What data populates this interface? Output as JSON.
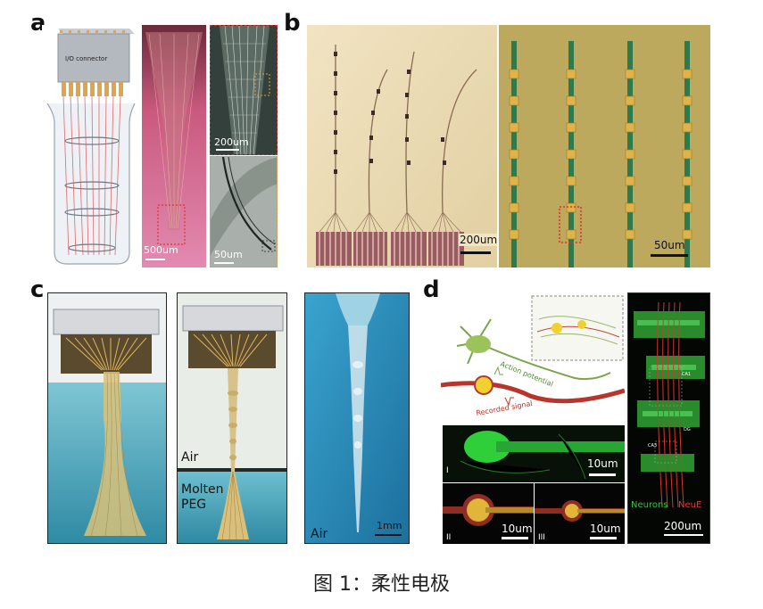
{
  "panels": {
    "a": {
      "letter": "a",
      "connector_label": "I/O connector",
      "scalebar_main": "500um",
      "scalebar_inset_top": "200um",
      "scalebar_inset_bottom": "50um"
    },
    "b": {
      "letter": "b",
      "scalebar_left": "200um",
      "scalebar_right": "50um"
    },
    "c": {
      "letter": "c",
      "label_air_mid": "Air",
      "label_molten_peg": "Molten\nPEG",
      "label_air_right": "Air",
      "scalebar": "1mm"
    },
    "d": {
      "letter": "d",
      "action_potential": "Action potential",
      "recorded_signal": "Recorded signal",
      "scalebar_i": "10um",
      "scalebar_ii": "10um",
      "scalebar_volume": "200um",
      "roman_i": "I",
      "roman_ii": "II",
      "roman_iii": "III",
      "legend_neurons": "Neurons",
      "legend_neue": "NeuE",
      "region_ca1": "CA1",
      "region_dg": "DG",
      "region_ca3": "CA3"
    }
  },
  "caption": "图 1：柔性电极"
}
